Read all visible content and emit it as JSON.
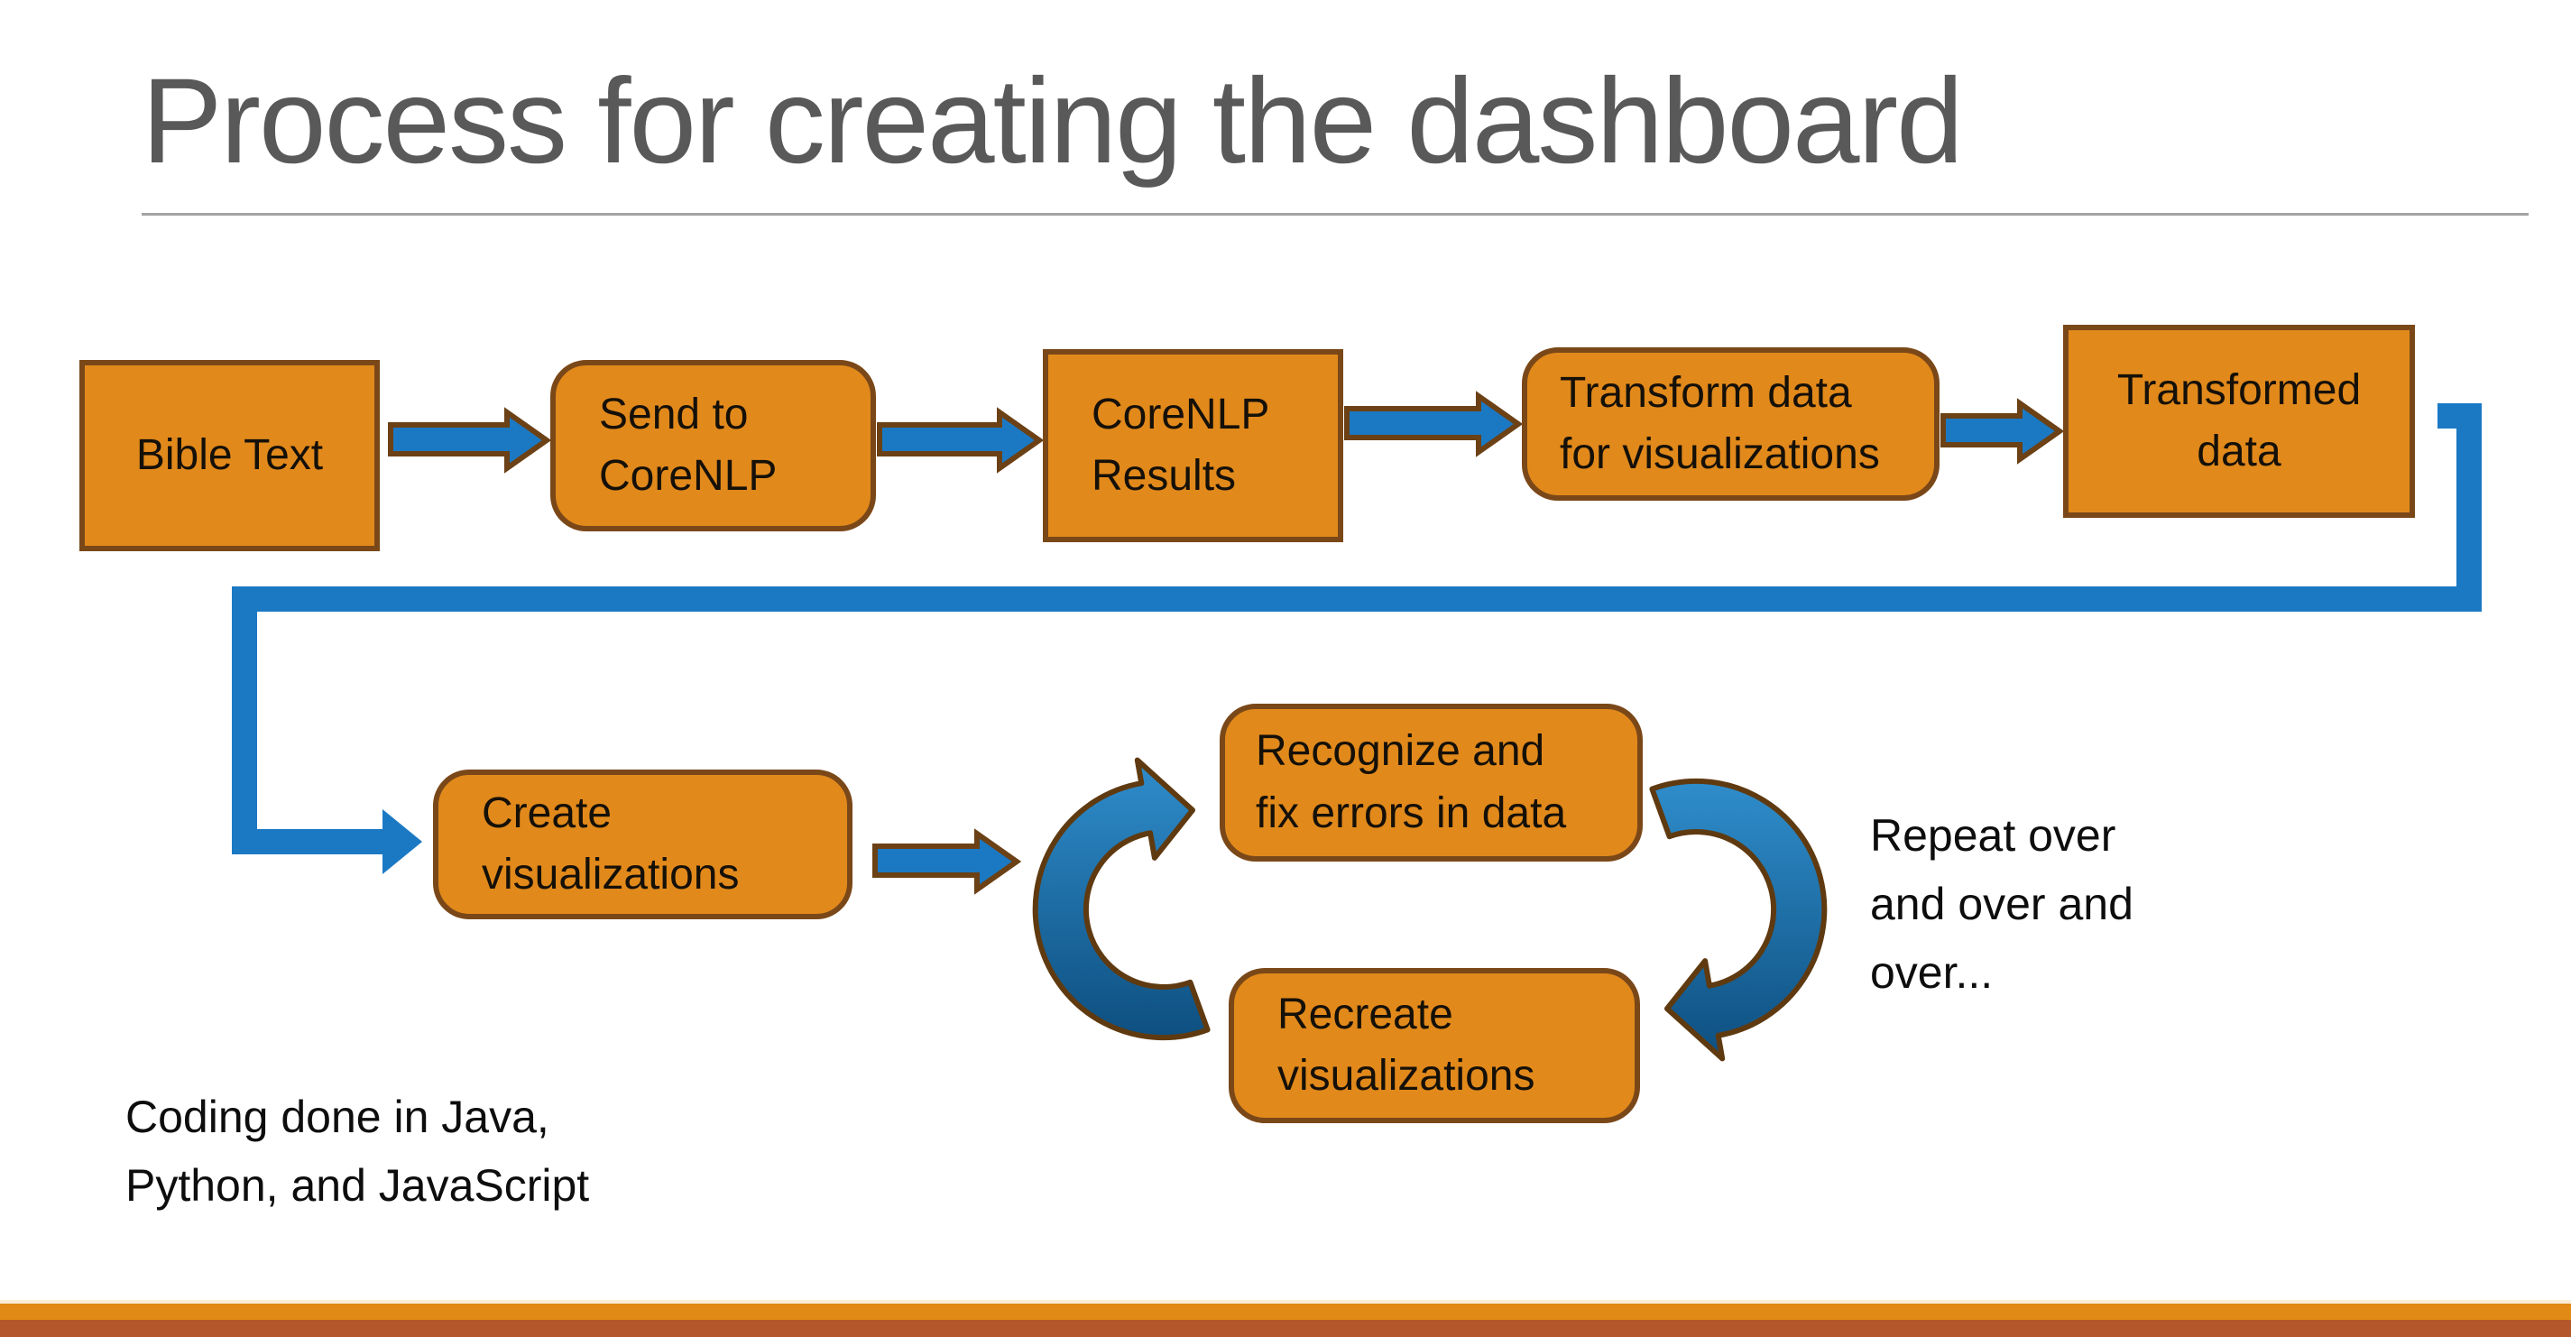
{
  "slide": {
    "title": "Process for creating the dashboard",
    "flow": {
      "boxes": [
        {
          "id": "bible-text",
          "label": "Bible Text",
          "shape": "rectangle"
        },
        {
          "id": "send-to-corenlp",
          "label": "Send to\nCoreNLP",
          "shape": "rounded"
        },
        {
          "id": "corenlp-results",
          "label": "CoreNLP\nResults",
          "shape": "rectangle"
        },
        {
          "id": "transform-data",
          "label": "Transform data\nfor visualizations",
          "shape": "rounded"
        },
        {
          "id": "transformed-data",
          "label": "Transformed\ndata",
          "shape": "rectangle"
        },
        {
          "id": "create-visualizations",
          "label": "Create\nvisualizations",
          "shape": "rounded"
        },
        {
          "id": "recognize-fix-errors",
          "label": "Recognize and\nfix errors in data",
          "shape": "rounded"
        },
        {
          "id": "recreate-visualizations",
          "label": "Recreate\nvisualizations",
          "shape": "rounded"
        }
      ],
      "connector_icons": [
        "right-arrow-icon",
        "right-arrow-icon",
        "right-arrow-icon",
        "right-arrow-icon",
        "elbow-connector-icon",
        "right-arrow-icon",
        "circular-arrow-up-icon",
        "circular-arrow-down-icon"
      ]
    },
    "notes": {
      "repeat": "Repeat over\nand over and\nover...",
      "coding": "Coding done in Java,\nPython, and JavaScript"
    },
    "colors": {
      "box_fill": "#E1891B",
      "box_border": "#7A4818",
      "arrow_fill": "#1B79C4",
      "arrow_outline": "#6B4115",
      "connector_blue": "#1B79C4",
      "loop_gradient_light": "#2F8DCB",
      "loop_gradient_dark": "#0E4F80",
      "loop_outline": "#5F3A10",
      "title_gray": "#595959",
      "divider_gray": "#A3A3A3",
      "footer_orange": "#E18A15",
      "footer_rust": "#B4572B",
      "footer_cream": "#FAEED6"
    }
  }
}
